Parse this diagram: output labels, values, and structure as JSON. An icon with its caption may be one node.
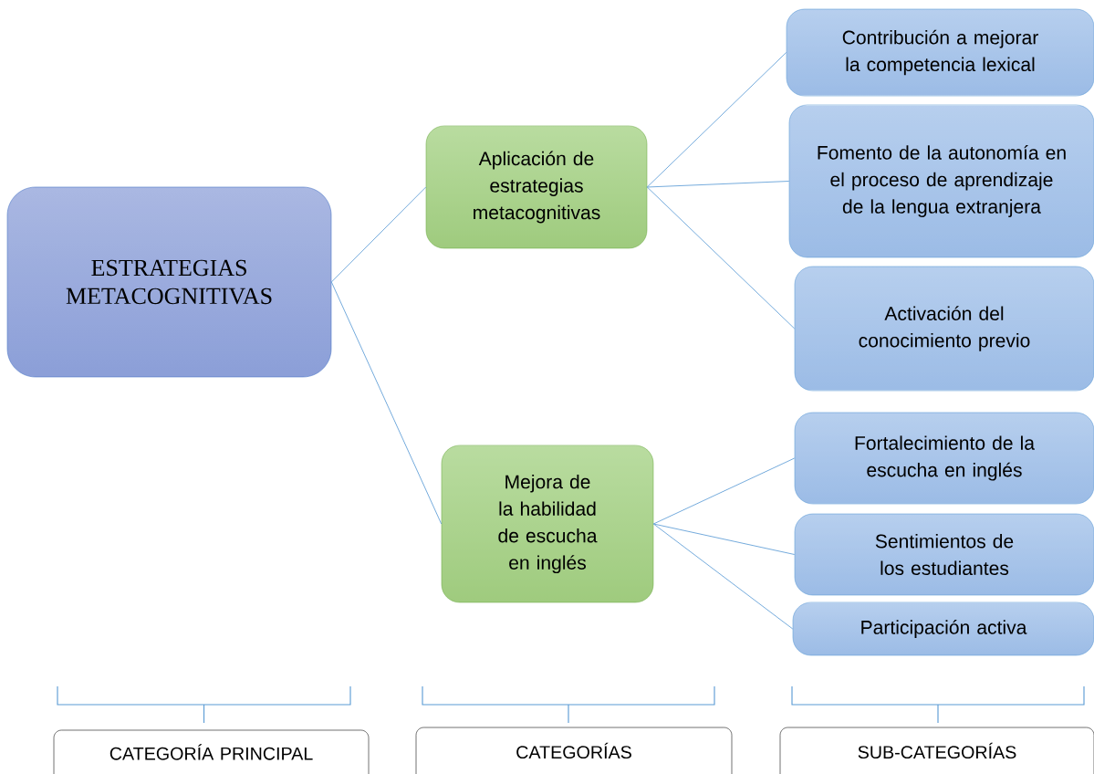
{
  "diagram": {
    "nodes": [
      {
        "text": [
          "ESTRATEGIAS METACOGNITIVAS"
        ]
      },
      {
        "text": [
          "Aplicación de estrategias metacognitivas"
        ]
      },
      {
        "text": [
          "Mejora de la habilidad de escucha en inglés"
        ]
      },
      {
        "text": [
          "Contribución a mejorar la competencia lexical"
        ]
      },
      {
        "text": [
          "Fomento de la autonomía en el proceso de aprendizaje de la lengua extranjera"
        ]
      },
      {
        "text": [
          "Activación del conocimiento previo"
        ]
      },
      {
        "text": [
          "Fortalecimiento de la escucha en inglés"
        ]
      },
      {
        "text": [
          "Sentimientos de los estudiantes"
        ]
      },
      {
        "text": [
          "Participación activa"
        ]
      },
      {
        "text": [
          "CATEGORÍA PRINCIPAL"
        ]
      },
      {
        "text": [
          "CATEGORÍAS"
        ]
      },
      {
        "text": [
          "SUB-CATEGORÍAS"
        ]
      }
    ],
    "edges": [
      {
        "from": 0,
        "to": 1,
        "arrow": "none"
      },
      {
        "from": 0,
        "to": 2,
        "arrow": "none"
      },
      {
        "from": 1,
        "to": 3,
        "arrow": "none"
      },
      {
        "from": 1,
        "to": 4,
        "arrow": "none"
      },
      {
        "from": 1,
        "to": 5,
        "arrow": "none"
      },
      {
        "from": 2,
        "to": 6,
        "arrow": "none"
      },
      {
        "from": 2,
        "to": 7,
        "arrow": "none"
      },
      {
        "from": 2,
        "to": 8,
        "arrow": "none"
      }
    ]
  }
}
